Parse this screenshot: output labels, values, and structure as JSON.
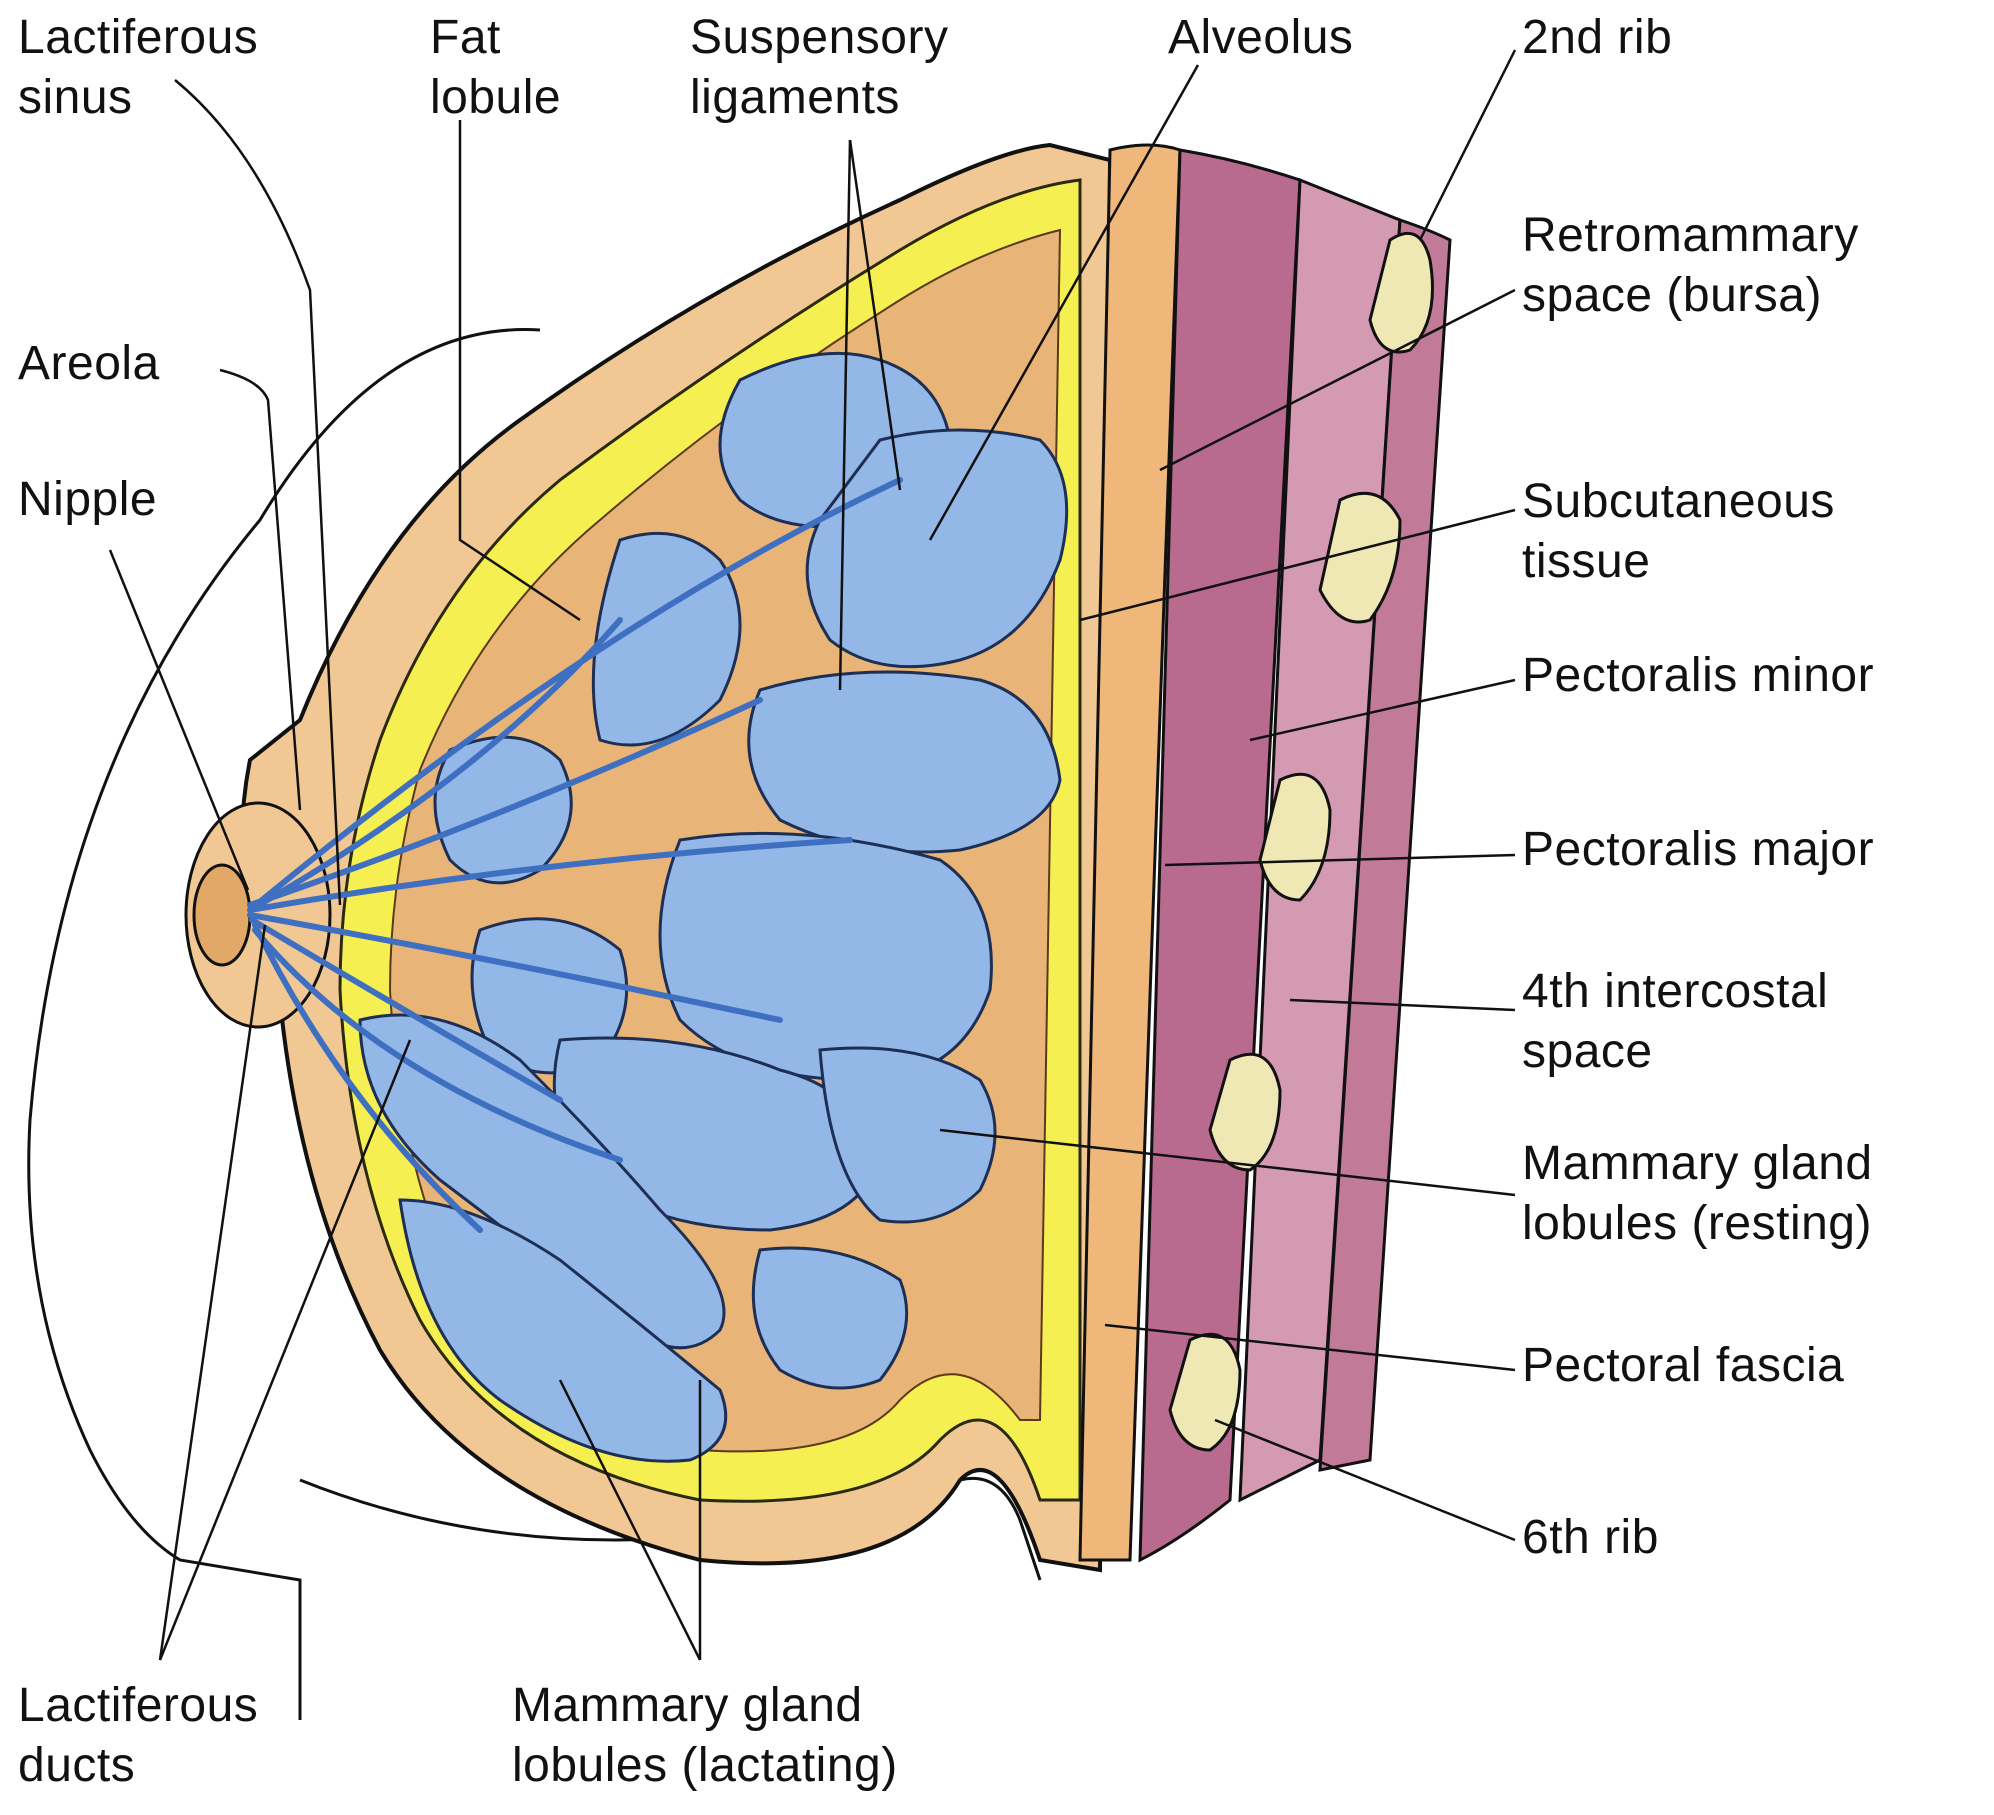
{
  "colors": {
    "skin": "#f1c894",
    "skin_dark": "#e2a867",
    "fat": "#f6ef52",
    "fat_outline": "#2a2a10",
    "gland": "#93b7e6",
    "gland_light": "#c6dcf5",
    "duct": "#3f6fc0",
    "muscle": "#b86a8f",
    "muscle_light": "#d49ab2",
    "rib": "#efe8b4",
    "fascia": "#efb77a",
    "line": "#111111"
  },
  "labels": {
    "lactiferous_sinus": [
      "Lactiferous",
      "sinus"
    ],
    "fat_lobule": [
      "Fat",
      "lobule"
    ],
    "suspensory_ligaments": [
      "Suspensory",
      "ligaments"
    ],
    "alveolus": [
      "Alveolus"
    ],
    "rib_2nd": [
      "2nd rib"
    ],
    "retromammary_space": [
      "Retromammary",
      "space (bursa)"
    ],
    "areola": [
      "Areola"
    ],
    "nipple": [
      "Nipple"
    ],
    "subcutaneous_tissue": [
      "Subcutaneous",
      "tissue"
    ],
    "pectoralis_minor": [
      "Pectoralis minor"
    ],
    "pectoralis_major": [
      "Pectoralis major"
    ],
    "intercostal_space_4th": [
      "4th intercostal",
      "space"
    ],
    "gland_lobules_resting": [
      "Mammary gland",
      "lobules (resting)"
    ],
    "pectoral_fascia": [
      "Pectoral fascia"
    ],
    "rib_6th": [
      "6th rib"
    ],
    "lactiferous_ducts": [
      "Lactiferous",
      "ducts"
    ],
    "gland_lobules_lactating": [
      "Mammary gland",
      "lobules (lactating)"
    ]
  }
}
